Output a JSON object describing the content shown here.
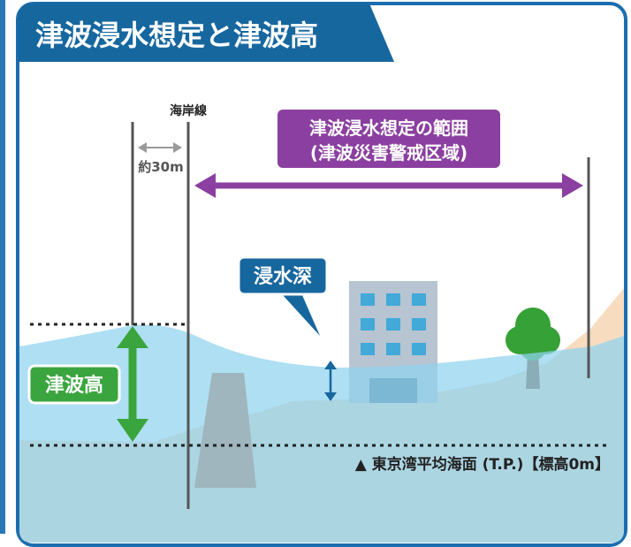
{
  "title": "津波浸水想定と津波高",
  "coastline_label": "海岸線",
  "distance_label": "約30m",
  "range_label_line1": "津波浸水想定の範囲",
  "range_label_line2": "(津波災害警戒区域)",
  "inundation_depth_label": "浸水深",
  "tsunami_height_label": "津波高",
  "sea_level_label": "▲ 東京湾平均海面 (T.P.)【標高0m】",
  "colors": {
    "frame": "#1a6eb0",
    "title_bg": "#17679f",
    "purple": "#8b3fa0",
    "green": "#3aa53e",
    "water": "#8fd3ef",
    "land": "#f8dcc0",
    "building": "#b7c4d2",
    "window": "#42a9d9",
    "tree": "#36a136",
    "trunk": "#7d4d2c",
    "wall": "#a9a9a9"
  }
}
